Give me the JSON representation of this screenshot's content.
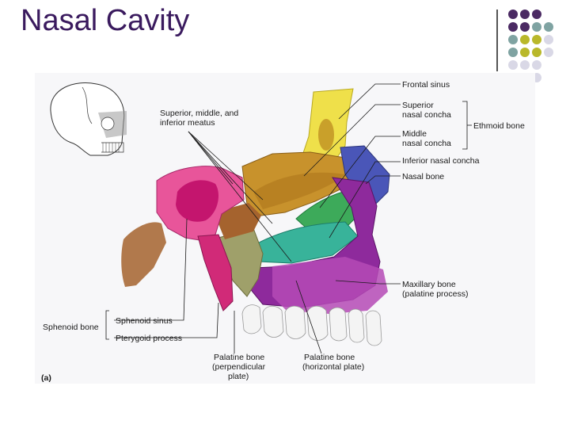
{
  "slide": {
    "title": "Nasal Cavity"
  },
  "theme": {
    "title_color": "#3a1a5e",
    "dot_purple": "#4b2a63",
    "dot_teal": "#7fa3a2",
    "dot_olive": "#b9b82a",
    "dot_lavender": "#d9d8e6"
  },
  "figure": {
    "panel_label": "(a)",
    "labels": {
      "frontal_sinus": "Frontal sinus",
      "superior_concha_1": "Superior",
      "superior_concha_2": "nasal concha",
      "middle_concha_1": "Middle",
      "middle_concha_2": "nasal concha",
      "ethmoid_bone": "Ethmoid bone",
      "inferior_concha": "Inferior nasal concha",
      "nasal_bone": "Nasal bone",
      "meatus_1": "Superior, middle, and",
      "meatus_2": "inferior meatus",
      "maxillary_1": "Maxillary bone",
      "maxillary_2": "(palatine process)",
      "sphenoid_sinus": "Sphenoid sinus",
      "sphenoid_bone": "Sphenoid bone",
      "pterygoid_process": "Pterygoid process",
      "palatine_perp_1": "Palatine bone",
      "palatine_perp_2": "(perpendicular",
      "palatine_perp_3": "plate)",
      "palatine_horiz_1": "Palatine bone",
      "palatine_horiz_2": "(horizontal plate)"
    },
    "colors": {
      "frontal": "#efe04a",
      "ethmoid": "#c8922c",
      "concha_green": "#3daa5a",
      "concha_teal": "#38b39a",
      "sphenoid": "#e8559a",
      "sphenoid_dark": "#c4156e",
      "nasal_bone": "#4a56b8",
      "maxilla": "#8e2a9c",
      "maxilla_light": "#b54ab6",
      "palatine": "#9fa06a",
      "brown": "#a5632e",
      "teeth": "#f4f4f4"
    }
  }
}
